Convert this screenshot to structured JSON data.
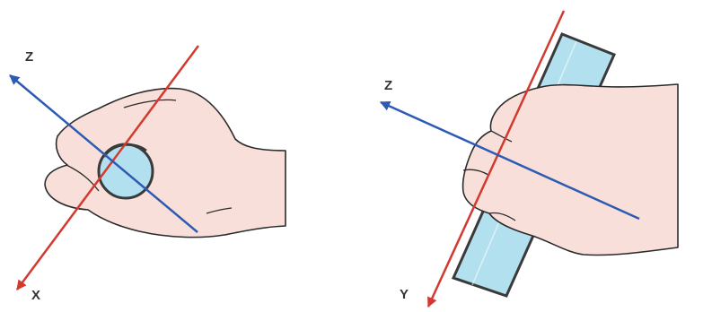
{
  "colors": {
    "skin": "#f9dfd9",
    "outline": "#2b2b2b",
    "rod": "#b3e0ef",
    "rod_dark": "#3a3a3a",
    "axis_red": "#d23a30",
    "axis_blue": "#2d5bb4",
    "label": "#333333"
  },
  "left_panel": {
    "label_z": "Z",
    "label_x": "X"
  },
  "right_panel": {
    "label_z": "Z",
    "label_y": "Y"
  }
}
